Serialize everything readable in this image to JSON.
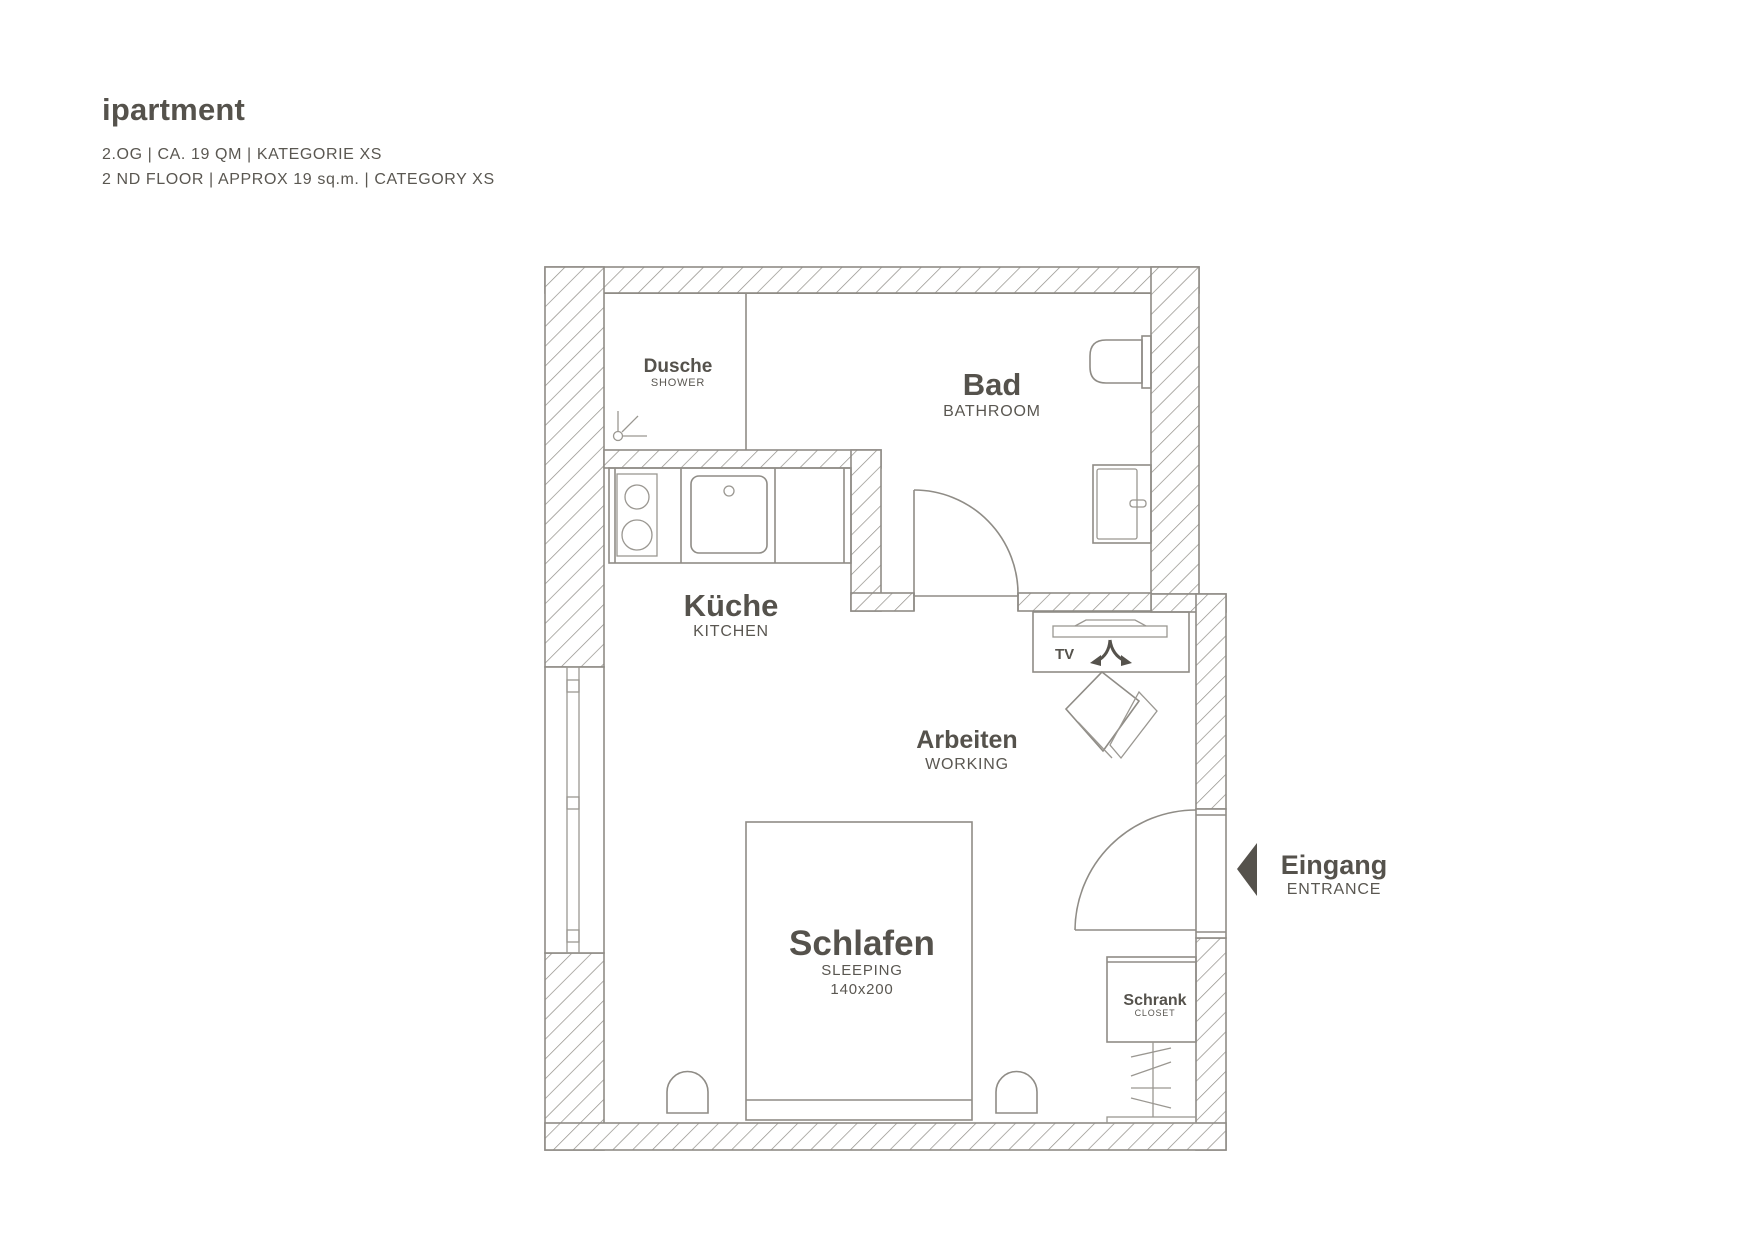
{
  "header": {
    "title": "ipartment",
    "line1": "2.OG | CA. 19 QM | KATEGORIE XS",
    "line2": "2 ND FLOOR | APPROX 19 sq.m. | CATEGORY XS"
  },
  "rooms": {
    "shower": {
      "label": "Dusche",
      "sublabel": "SHOWER"
    },
    "bathroom": {
      "label": "Bad",
      "sublabel": "BATHROOM"
    },
    "kitchen": {
      "label": "Küche",
      "sublabel": "KITCHEN"
    },
    "working": {
      "label": "Arbeiten",
      "sublabel": "WORKING"
    },
    "sleeping": {
      "label": "Schlafen",
      "sublabel": "SLEEPING",
      "bed_size": "140x200"
    },
    "closet": {
      "label": "Schrank",
      "sublabel": "CLOSET"
    }
  },
  "fixtures": {
    "tv_label": "TV"
  },
  "entrance": {
    "label": "Eingang",
    "sublabel": "ENTRANCE"
  },
  "colors": {
    "text": "#55524c",
    "lines": "#8f8c86",
    "arrow": "#55524c",
    "background": "#ffffff"
  }
}
